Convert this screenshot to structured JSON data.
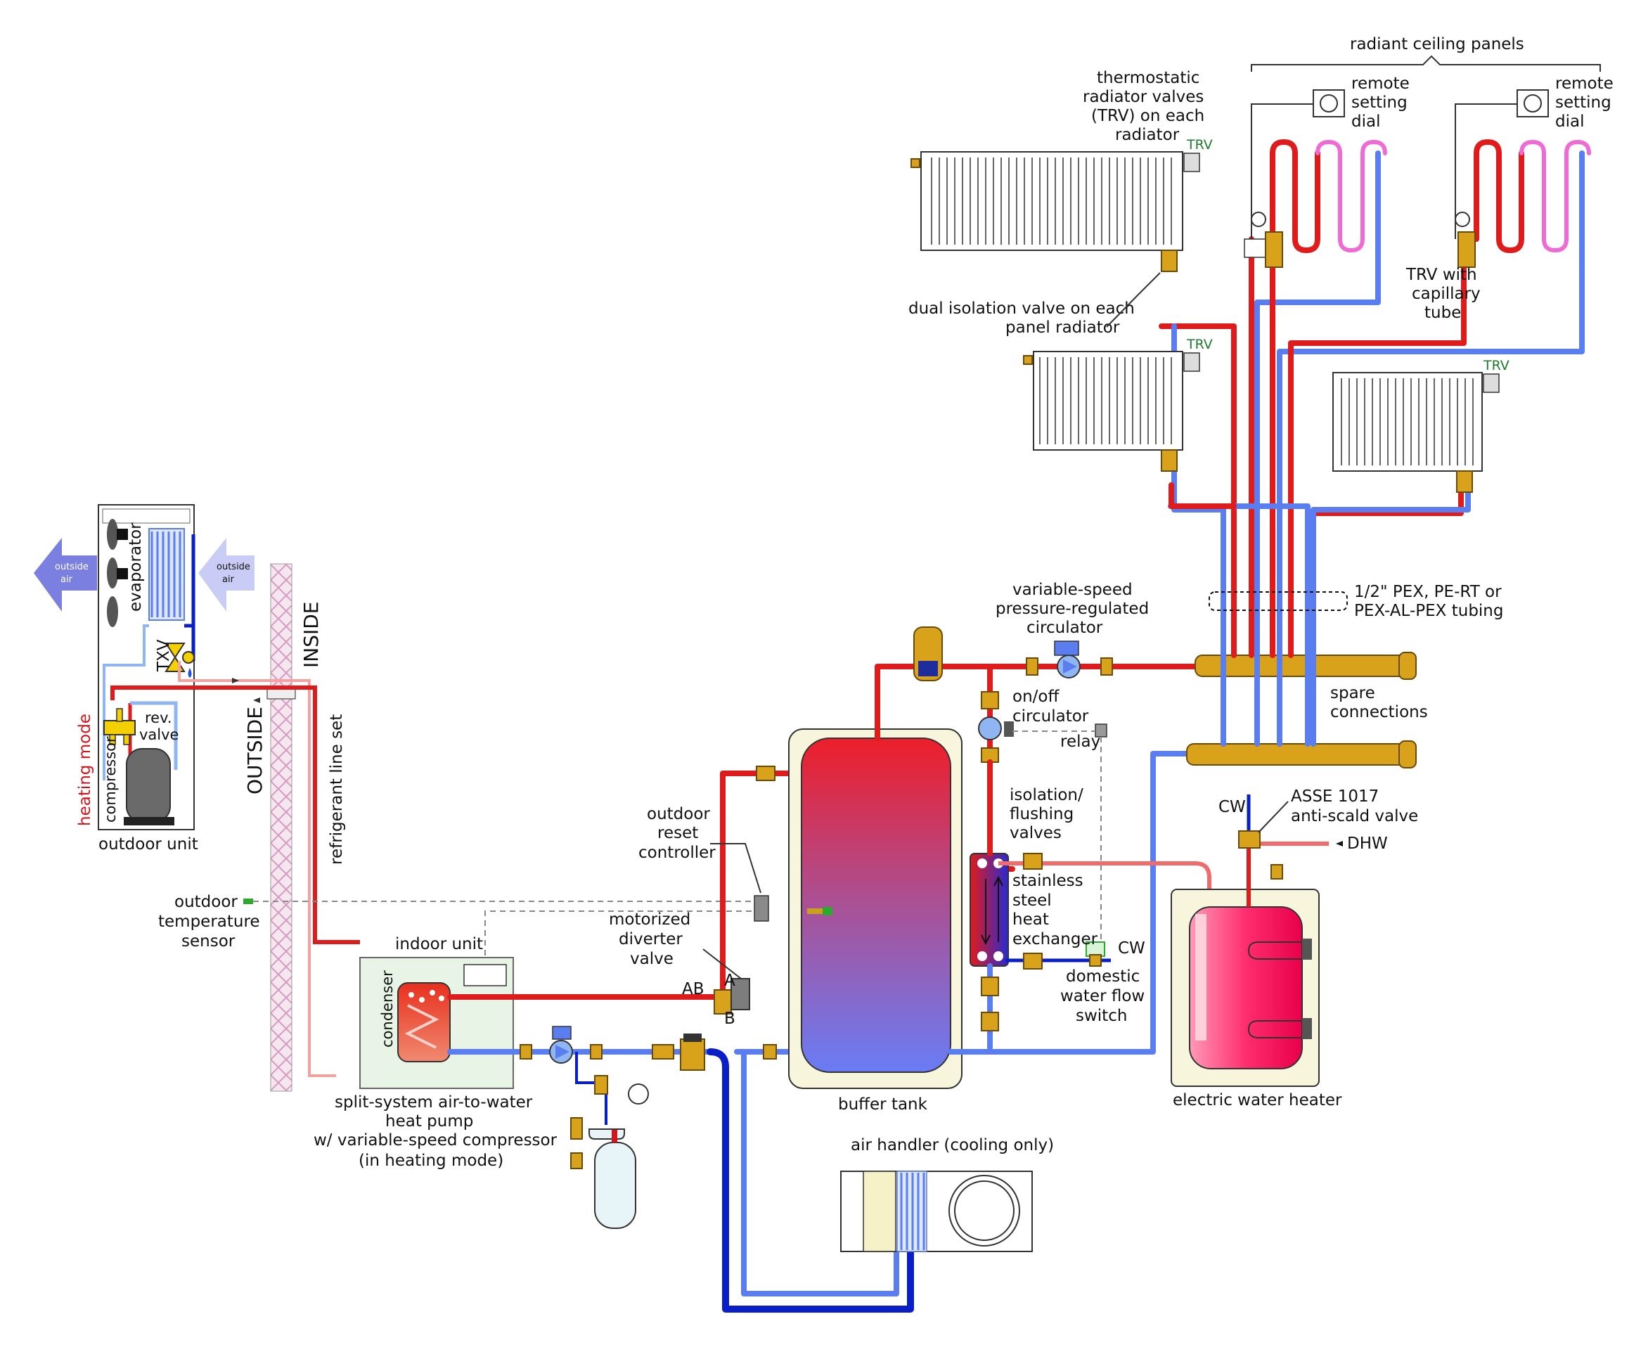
{
  "labels": {
    "radiant_ceiling_panels": "radiant ceiling panels",
    "remote_setting_dial": [
      "remote",
      "setting",
      "dial"
    ],
    "trv_header": [
      "thermostatic",
      "radiator valves",
      "(TRV) on each",
      "radiator"
    ],
    "trv": "TRV",
    "trv_capillary": [
      "TRV with",
      "capillary",
      "tube"
    ],
    "dual_isolation": [
      "dual isolation valve on each",
      "panel radiator"
    ],
    "pex_tubing": [
      "1/2\" PEX, PE-RT or",
      "PEX-AL-PEX tubing"
    ],
    "variable_speed_circ": [
      "variable-speed",
      "pressure-regulated",
      "circulator"
    ],
    "spare_connections": [
      "spare",
      "connections"
    ],
    "onoff_circ": [
      "on/off",
      "circulator"
    ],
    "relay": "relay",
    "isolation_flushing": [
      "isolation/",
      "flushing",
      "valves"
    ],
    "stainless_hx": [
      "stainless",
      "steel",
      "heat",
      "exchanger"
    ],
    "cw": "CW",
    "dhw": "DHW",
    "asse": [
      "ASSE 1017",
      "anti-scald valve"
    ],
    "domestic_flow_switch": [
      "domestic",
      "water flow",
      "switch"
    ],
    "electric_water_heater": "electric water heater",
    "buffer_tank": "buffer tank",
    "air_handler": "air handler (cooling only)",
    "outdoor_reset": [
      "outdoor",
      "reset",
      "controller"
    ],
    "motorized_diverter": [
      "motorized",
      "diverter",
      "valve"
    ],
    "port_a": "A",
    "port_ab": "AB",
    "port_b": "B",
    "indoor_unit": "indoor unit",
    "condenser": "condenser",
    "split_system": [
      "split-system air-to-water",
      "heat pump",
      "w/ variable-speed compressor",
      "(in heating mode)"
    ],
    "outdoor_temp_sensor": [
      "outdoor",
      "temperature",
      "sensor"
    ],
    "refrigerant_line_set": "refrigerant line set",
    "outside": "OUTSIDE",
    "inside": "INSIDE",
    "outdoor_unit": "outdoor unit",
    "heating_mode": "heating mode",
    "compressor": "compressor",
    "rev_valve": [
      "rev.",
      "valve"
    ],
    "evaporator": "evaporator",
    "txv": "TXV",
    "outside_air": [
      "outside",
      "air"
    ]
  },
  "colors": {
    "supply_hot": "#e01b1b",
    "return_cool": "#5a7df0",
    "chilled": "#0a1ec8",
    "radiant_loop": "#f06ad6",
    "brass": "#d9a21b",
    "outside_air_out": "#7b7fe0",
    "outside_air_in": "#c9cdf5"
  }
}
